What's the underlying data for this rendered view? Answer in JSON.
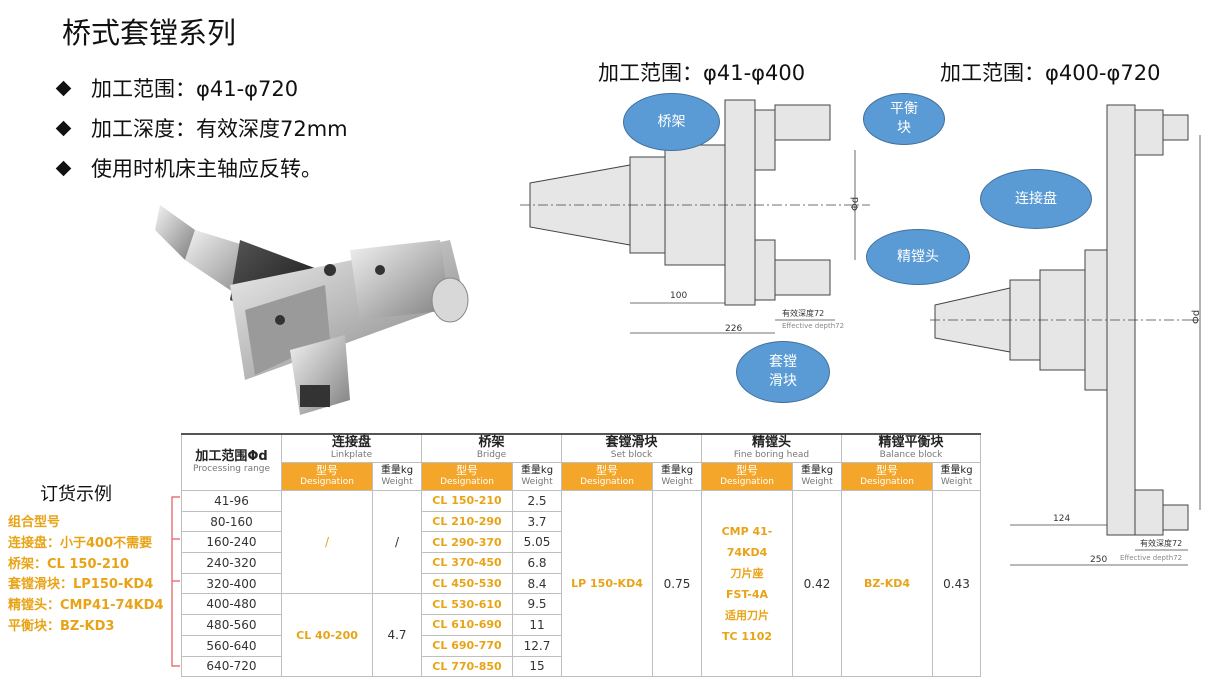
{
  "title": "桥式套镗系列",
  "bullets": [
    "加工范围：φ41-φ720",
    "加工深度：有效深度72mm",
    "使用时机床主轴应反转。"
  ],
  "diagram_small": {
    "range_title": "加工范围：φ41-φ400",
    "callouts": {
      "bridge": "桥架",
      "balance": "平衡\n块",
      "fine_head": "精镗头",
      "slide": "套镗\n滑块"
    },
    "dims": {
      "d100": "100",
      "d226": "226",
      "depth_cn": "有效深度72",
      "depth_en": "Effective depth72",
      "dia": "Φd"
    }
  },
  "diagram_large": {
    "range_title": "加工范围：φ400-φ720",
    "callouts": {
      "linkplate": "连接盘"
    },
    "dims": {
      "d124": "124",
      "d250": "250",
      "depth_cn": "有效深度72",
      "depth_en": "Effective depth72",
      "dia": "Φd"
    }
  },
  "order": {
    "title": "订货示例",
    "lines": [
      "组合型号",
      "连接盘：小于400不需要",
      "桥架：CL 150-210",
      "套镗滑块：LP150-KD4",
      "精镗头：CMP41-74KD4",
      "平衡块：BZ-KD3"
    ]
  },
  "table": {
    "range_header": {
      "zh": "加工范围Φd",
      "en": "Processing range"
    },
    "groups": [
      {
        "zh": "连接盘",
        "en": "Linkplate"
      },
      {
        "zh": "桥架",
        "en": "Bridge"
      },
      {
        "zh": "套镗滑块",
        "en": "Set block"
      },
      {
        "zh": "精镗头",
        "en": "Fine boring head"
      },
      {
        "zh": "精镗平衡块",
        "en": "Balance block"
      }
    ],
    "sub_model": {
      "zh": "型号",
      "en": "Designation"
    },
    "sub_weight": {
      "zh": "重量kg",
      "en": "Weight"
    },
    "ranges": [
      "41-96",
      "80-160",
      "160-240",
      "240-320",
      "320-400",
      "400-480",
      "480-560",
      "560-640",
      "640-720"
    ],
    "bridge_models": [
      "CL 150-210",
      "CL 210-290",
      "CL 290-370",
      "CL 370-450",
      "CL 450-530",
      "CL 530-610",
      "CL 610-690",
      "CL 690-770",
      "CL 770-850"
    ],
    "bridge_weights": [
      "2.5",
      "3.7",
      "5.05",
      "6.8",
      "8.4",
      "9.5",
      "11",
      "12.7",
      "15"
    ],
    "linkplate_none_model": "/",
    "linkplate_none_weight": "/",
    "linkplate_model": "CL 40-200",
    "linkplate_weight": "4.7",
    "setblock_model": "LP 150-KD4",
    "setblock_weight": "0.75",
    "finehead_model_lines": [
      "CMP 41-74KD4",
      "刀片座",
      "FST-4A",
      "适用刀片",
      "TC 1102"
    ],
    "finehead_weight": "0.42",
    "balance_model": "BZ-KD4",
    "balance_weight": "0.43"
  },
  "colors": {
    "callout": "#5b9bd5",
    "orange": "#f4a62a",
    "accent_text": "#e8a317"
  }
}
